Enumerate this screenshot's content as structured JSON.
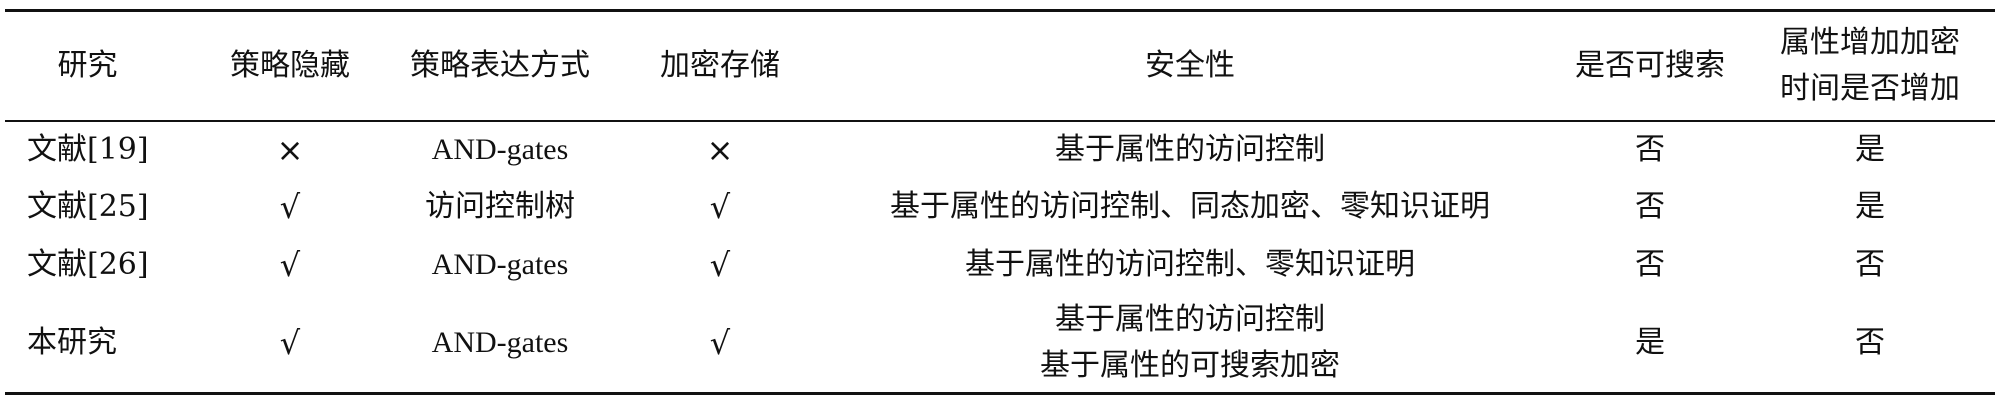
{
  "table": {
    "headers": [
      "研究",
      "策略隐藏",
      "策略表达方式",
      "加密存储",
      "安全性",
      "是否可搜索",
      [
        "属性增加加密",
        "时间是否增加"
      ]
    ],
    "rows": [
      [
        "文献[19]",
        "×",
        "AND-gates",
        "×",
        [
          "基于属性的访问控制"
        ],
        "否",
        "是"
      ],
      [
        "文献[25]",
        "√",
        "访问控制树",
        "√",
        [
          "基于属性的访问控制、同态加密、零知识证明"
        ],
        "否",
        "是"
      ],
      [
        "文献[26]",
        "√",
        "AND-gates",
        "√",
        [
          "基于属性的访问控制、零知识证明"
        ],
        "否",
        "否"
      ],
      [
        "本研究",
        "√",
        "AND-gates",
        "√",
        [
          "基于属性的访问控制",
          "基于属性的可搜索加密"
        ],
        "是",
        "否"
      ]
    ]
  }
}
